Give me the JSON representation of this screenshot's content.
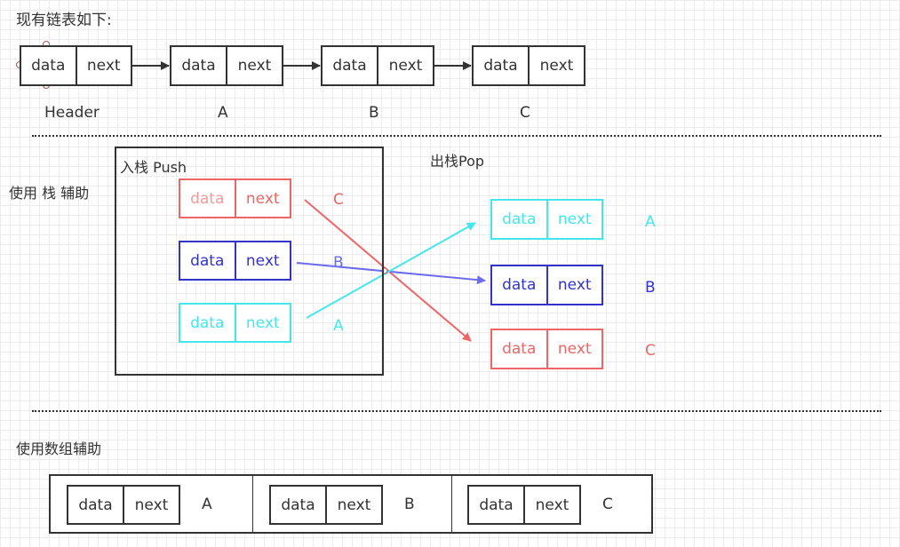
{
  "section1": {
    "title": "现有链表如下:",
    "nodes": [
      {
        "data": "data",
        "next": "next",
        "label": "Header"
      },
      {
        "data": "data",
        "next": "next",
        "label": "A"
      },
      {
        "data": "data",
        "next": "next",
        "label": "B"
      },
      {
        "data": "data",
        "next": "next",
        "label": "C"
      }
    ]
  },
  "section2": {
    "title": "使用 栈 辅助",
    "push_title": "入栈 Push",
    "pop_title": "出栈Pop",
    "push_nodes": [
      {
        "data": "data",
        "next": "next",
        "label": "C",
        "color": "#ef6565"
      },
      {
        "data": "data",
        "next": "next",
        "label": "B",
        "color": "#3333cc"
      },
      {
        "data": "data",
        "next": "next",
        "label": "A",
        "color": "#44e6ee"
      }
    ],
    "pop_nodes": [
      {
        "data": "data",
        "next": "next",
        "label": "A",
        "color": "#44e6ee"
      },
      {
        "data": "data",
        "next": "next",
        "label": "B",
        "color": "#3333cc"
      },
      {
        "data": "data",
        "next": "next",
        "label": "C",
        "color": "#ef6565"
      }
    ]
  },
  "section3": {
    "title": "使用数组辅助",
    "cells": [
      {
        "data": "data",
        "next": "next",
        "label": "A"
      },
      {
        "data": "data",
        "next": "next",
        "label": "B"
      },
      {
        "data": "data",
        "next": "next",
        "label": "C"
      }
    ]
  },
  "colors": {
    "line": "#333333",
    "red": "#ef6565",
    "blue": "#3333cc",
    "cyan": "#44e6ee",
    "grid": "#ececec"
  }
}
